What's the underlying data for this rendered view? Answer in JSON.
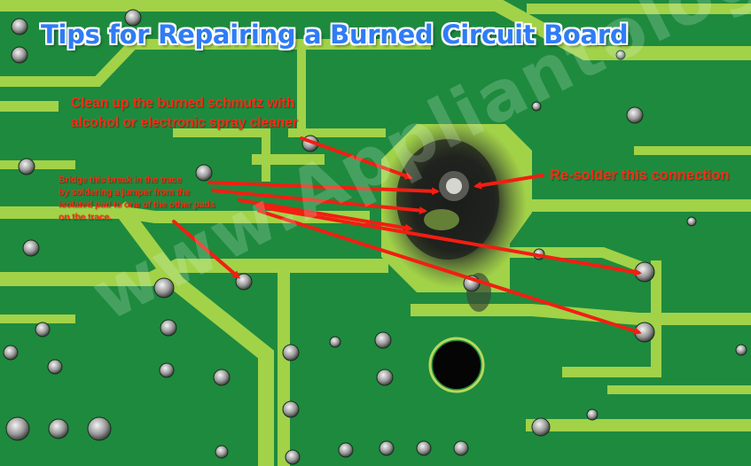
{
  "title": "Tips for Repairing a Burned Circuit Board",
  "annotations": {
    "clean": [
      "Clean up the burned schmutz with",
      "alcohol or electronic spray cleaner"
    ],
    "bridge": [
      "Bridge this break in the trace",
      "by soldering  a jumper from the",
      "isolated pad to one of the other pads",
      "on the trace."
    ],
    "resolder": "Re-solder this connection"
  },
  "watermark": "www.Appliantology.org",
  "colors": {
    "board": "#1e8a3e",
    "trace": "#a2d248",
    "annotation_text": "#ff2c14",
    "arrow": "#f21e12",
    "title": "#2f7cf6"
  }
}
